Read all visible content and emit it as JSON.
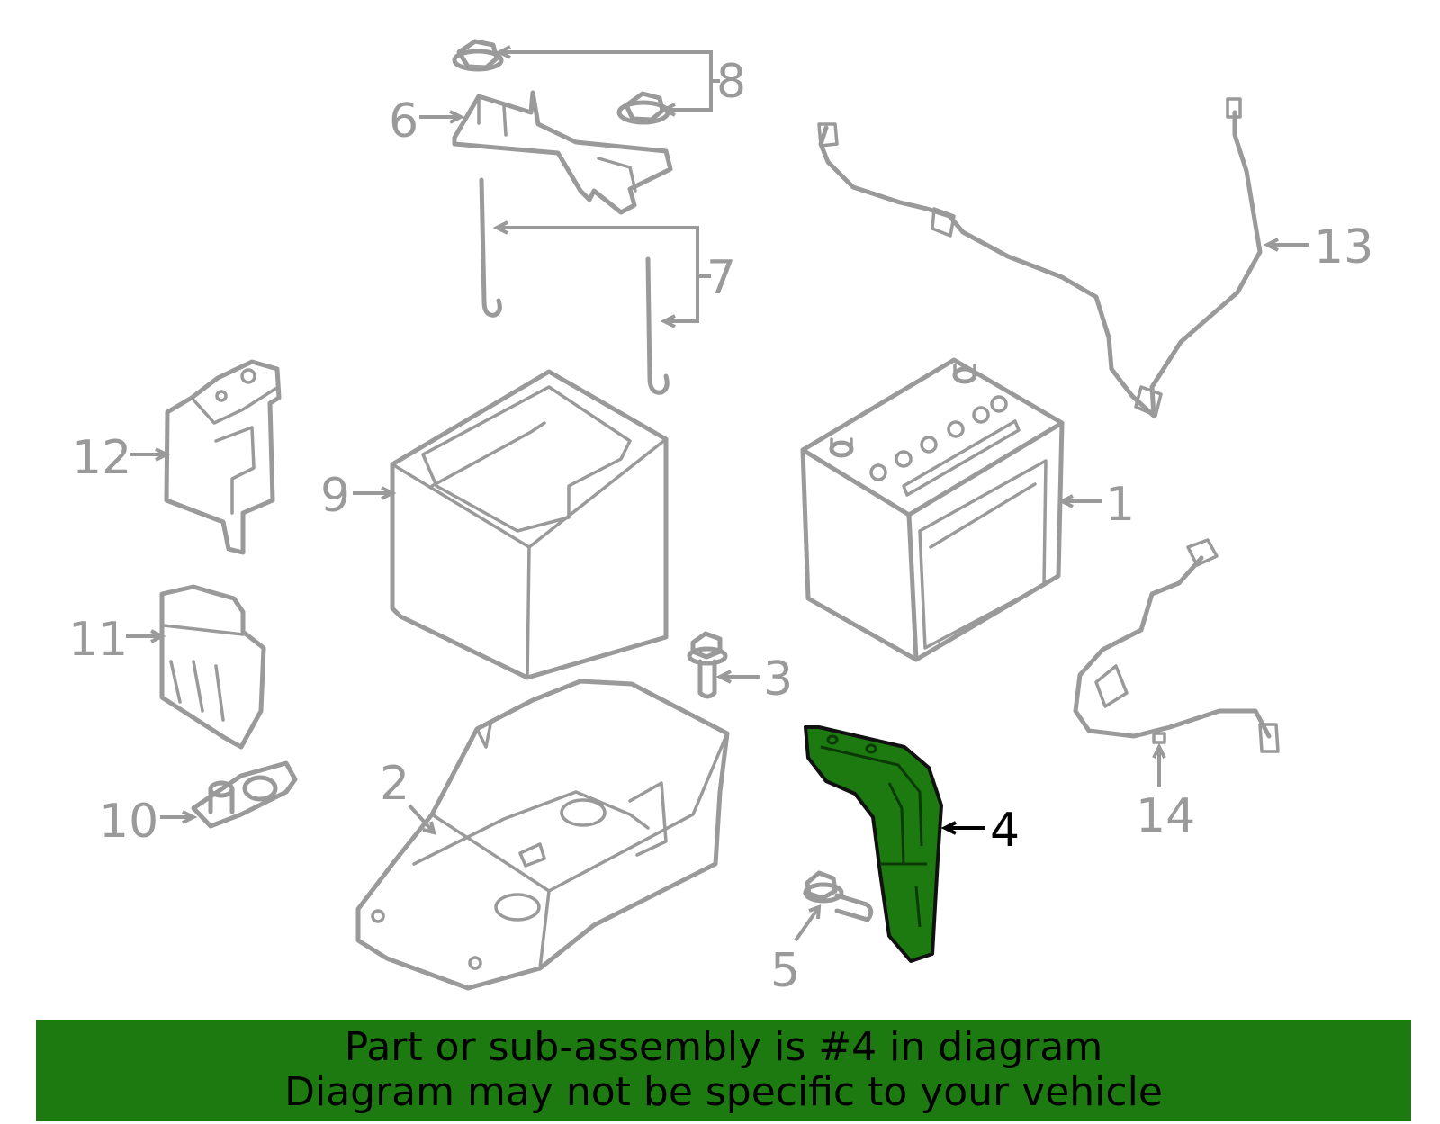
{
  "highlight_color": "#1c7a10",
  "line_color": "#9a9a9a",
  "callouts": {
    "c1": "1",
    "c2": "2",
    "c3": "3",
    "c4": "4",
    "c5": "5",
    "c6": "6",
    "c7": "7",
    "c8": "8",
    "c9": "9",
    "c10": "10",
    "c11": "11",
    "c12": "12",
    "c13": "13",
    "c14": "14"
  },
  "banner": {
    "line1": "Part or sub-assembly is #4 in diagram",
    "line2": "Diagram may not be specific to your vehicle"
  }
}
